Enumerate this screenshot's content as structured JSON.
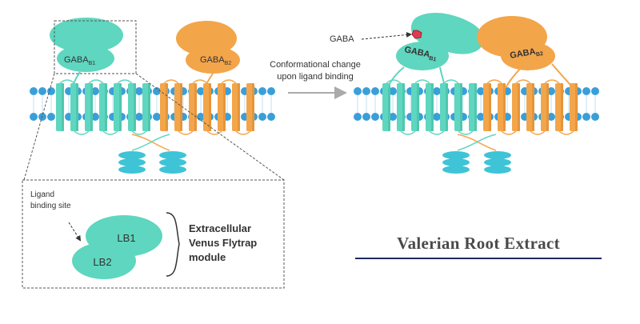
{
  "diagram": {
    "left_subunit": "GABA",
    "left_subunit_sub": "B1",
    "right_subunit": "GABA",
    "right_subunit_sub": "B2",
    "transition_label_line1": "Conformational change",
    "transition_label_line2": "upon ligand binding",
    "ligand_label": "GABA",
    "binding_site_line1": "Ligand",
    "binding_site_line2": "binding site",
    "lobe1": "LB1",
    "lobe2": "LB2",
    "module_line1": "Extracellular",
    "module_line2": "Venus Flytrap",
    "module_line3": "module",
    "colors": {
      "b1": "#5fd6bf",
      "b1_dark": "#3fb8a0",
      "b2": "#f3a54a",
      "b2_dark": "#d9862a",
      "membrane_head": "#3a9fd8",
      "ligand": "#e23a4e"
    }
  },
  "caption": {
    "title": "Valerian Root Extract"
  }
}
